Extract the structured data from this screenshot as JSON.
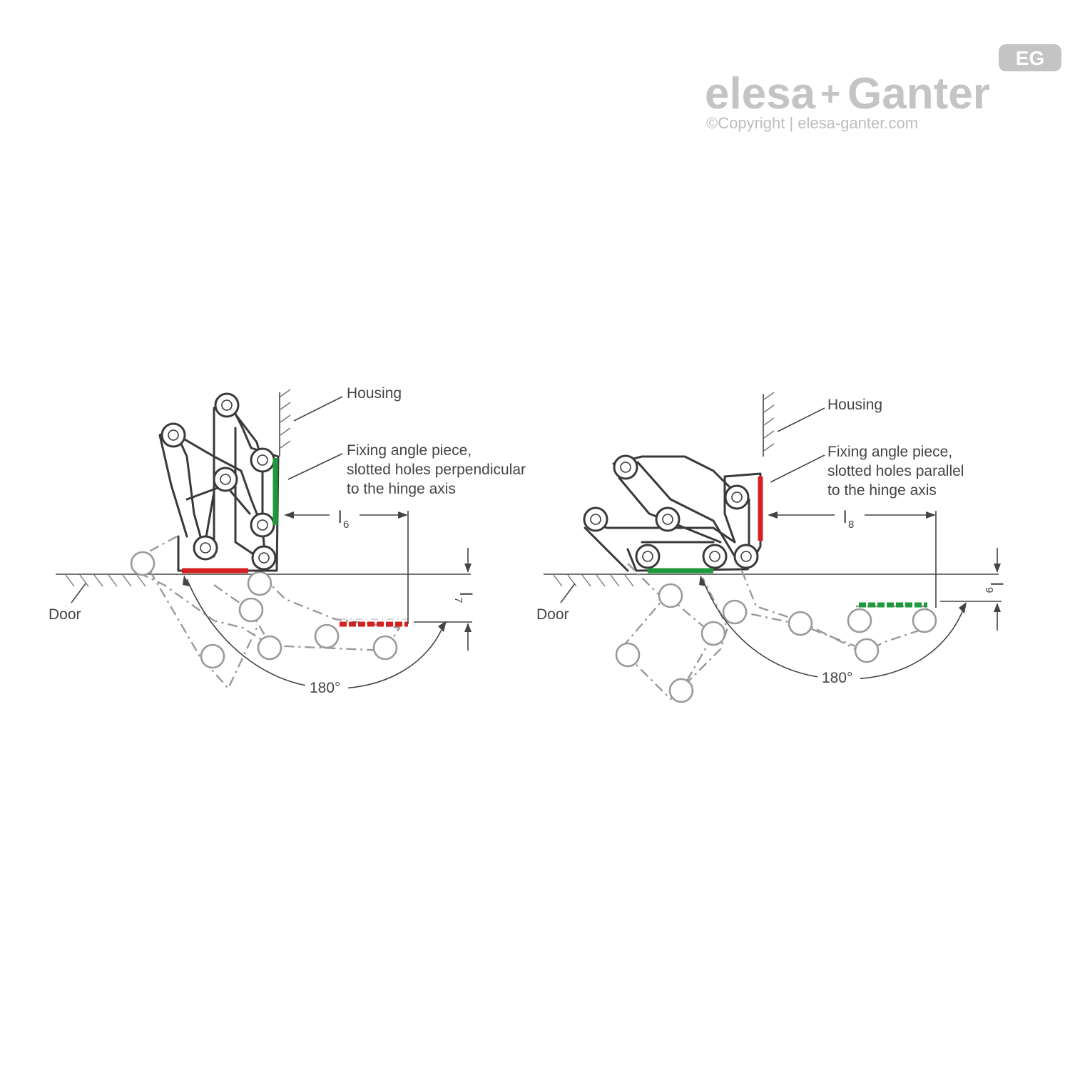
{
  "brand": {
    "name_part1": "elesa",
    "plus": "+",
    "name_part2": "Ganter",
    "copyright": "©Copyright | elesa-ganter.com",
    "badge": "EG"
  },
  "left_diagram": {
    "housing_label": "Housing",
    "fixing_line1": "Fixing angle piece,",
    "fixing_line2": "slotted holes perpendicular",
    "fixing_line3": "to the hinge axis",
    "dim_l_main": "l",
    "dim_l_sub": "6",
    "dim_side_main": "l",
    "dim_side_sub": "7",
    "door_label": "Door",
    "angle_label": "180°"
  },
  "right_diagram": {
    "housing_label": "Housing",
    "fixing_line1": "Fixing angle piece,",
    "fixing_line2": "slotted holes parallel",
    "fixing_line3": "to the hinge axis",
    "dim_l_main": "l",
    "dim_l_sub": "8",
    "dim_side_main": "l",
    "dim_side_sub": "9",
    "door_label": "Door",
    "angle_label": "180°"
  },
  "colors": {
    "red_marker": "#d42020",
    "green_marker": "#1e9a3c",
    "logo_gray": "#c4c4c4"
  }
}
